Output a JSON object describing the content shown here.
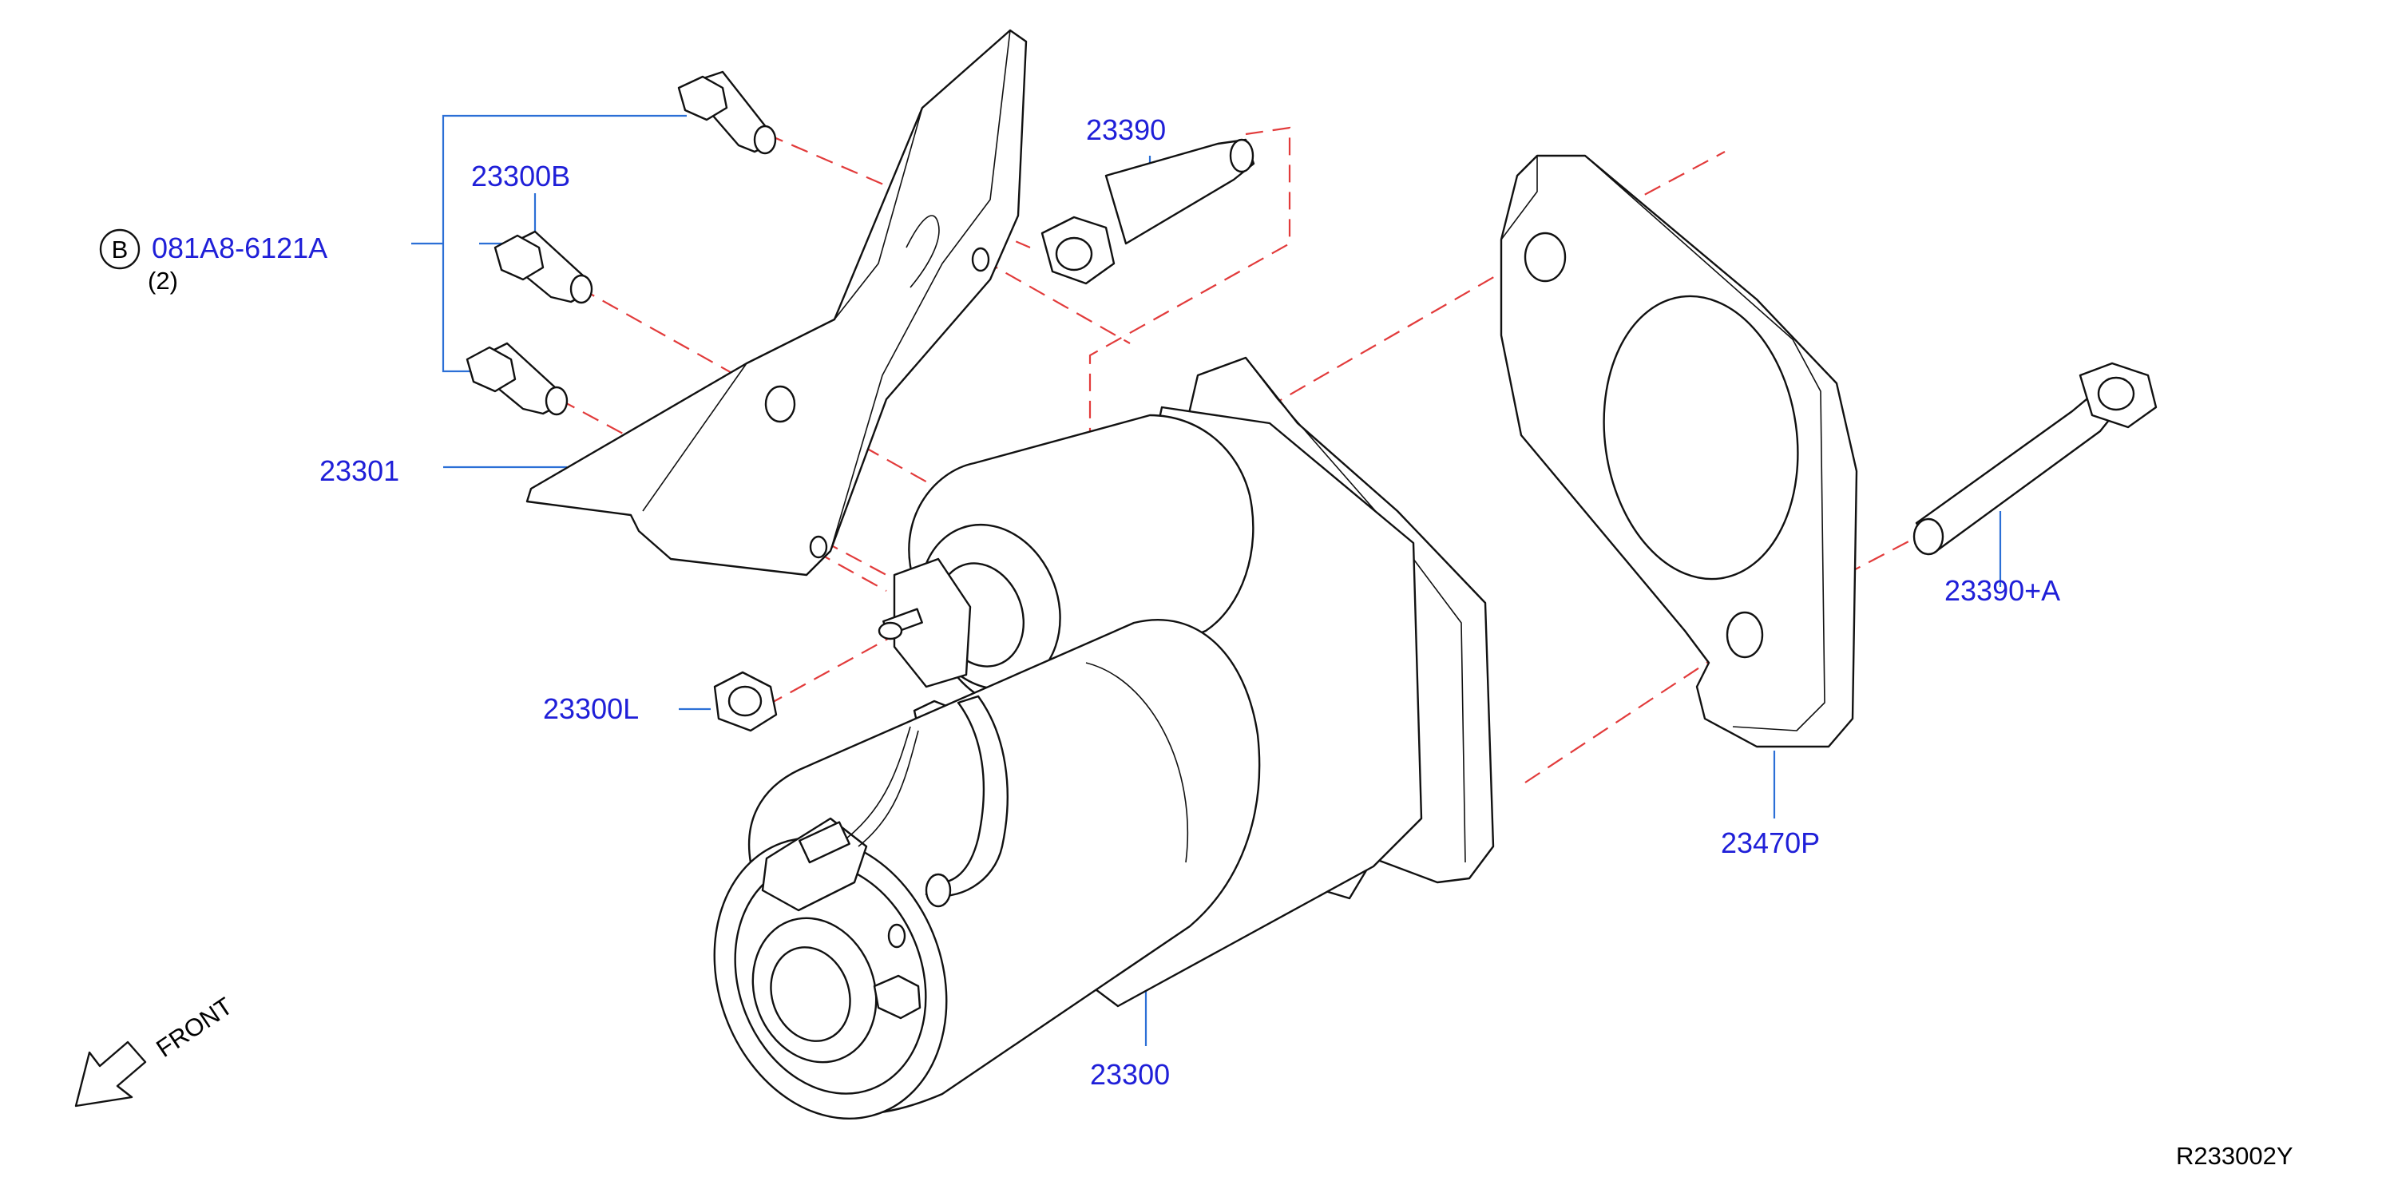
{
  "colors": {
    "label": "#1f1fd8",
    "leader": "#2b6fd6",
    "dashed": "#e23b3b",
    "line": "#111111"
  },
  "labels": {
    "p23300B": "23300B",
    "p081A8": "081A8-6121A",
    "qty": "(2)",
    "b_marker": "B",
    "p23301": "23301",
    "p23390": "23390",
    "p23390A": "23390+A",
    "p23300L": "23300L",
    "p23470P": "23470P",
    "p23300": "23300",
    "front": "FRONT",
    "ref": "R233002Y"
  },
  "icons": [
    "front-arrow-icon"
  ]
}
